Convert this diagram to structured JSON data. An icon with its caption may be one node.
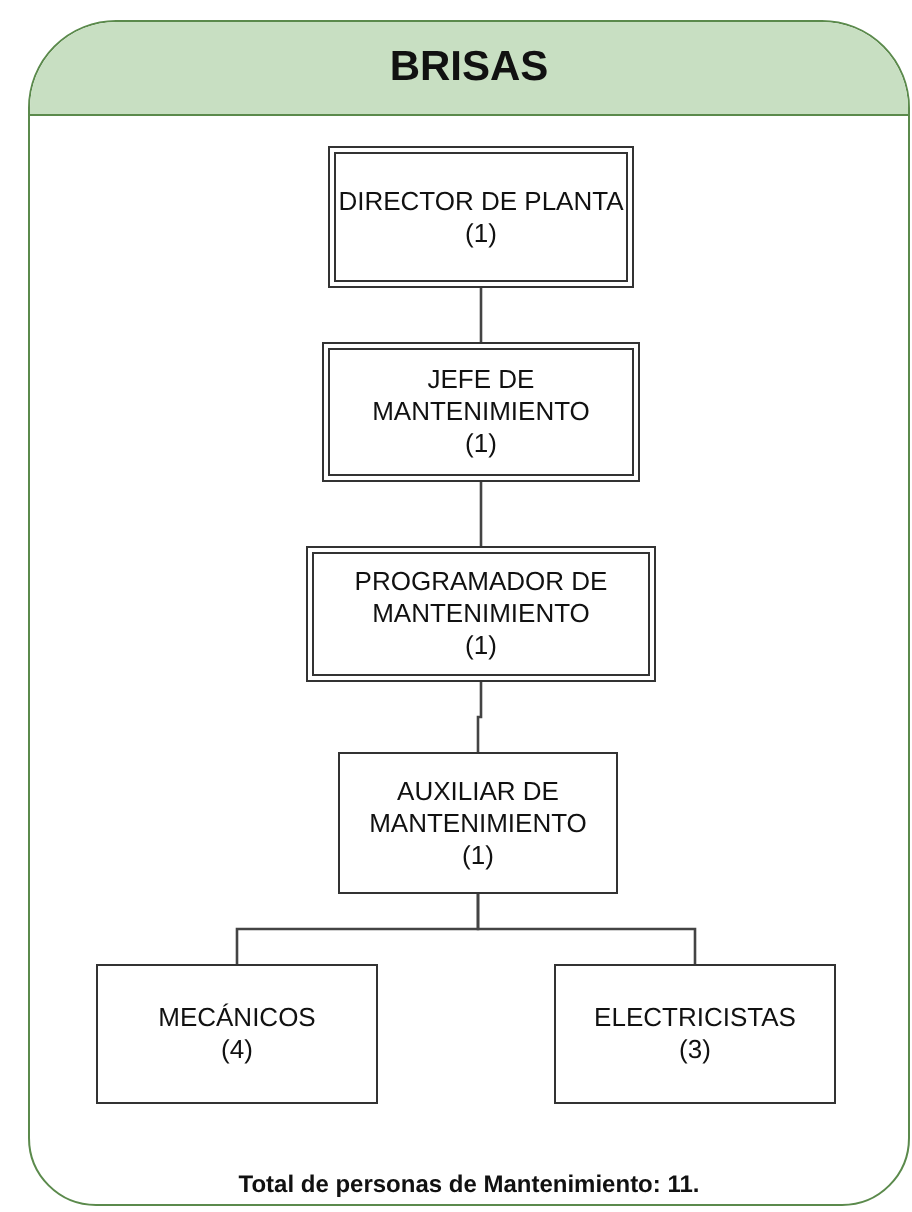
{
  "diagram": {
    "nodes": [
      {
        "text": [
          "BRISAS",
          "Total de personas de Mantenimiento: 11."
        ]
      },
      {
        "text": [
          "DIRECTOR DE PLANTA",
          "(1)"
        ],
        "in": 0
      },
      {
        "text": [
          "JEFE DE MANTENIMIENTO",
          "(1)"
        ],
        "in": 0
      },
      {
        "text": [
          "PROGRAMADOR DE MANTENIMIENTO",
          "(1)"
        ],
        "in": 0
      },
      {
        "text": [
          "AUXILIAR DE MANTENIMIENTO",
          "(1)"
        ],
        "in": 0
      },
      {
        "text": [
          "MECÁNICOS",
          "(4)"
        ],
        "in": 0
      },
      {
        "text": [
          "ELECTRICISTAS",
          "(3)"
        ],
        "in": 0
      }
    ],
    "edges": [
      {
        "from": 1,
        "to": 2,
        "arrow": "none"
      },
      {
        "from": 2,
        "to": 3,
        "arrow": "none"
      },
      {
        "from": 3,
        "to": 4,
        "arrow": "none"
      },
      {
        "from": 4,
        "to": 5,
        "arrow": "none"
      },
      {
        "from": 4,
        "to": 6,
        "arrow": "none"
      }
    ]
  }
}
